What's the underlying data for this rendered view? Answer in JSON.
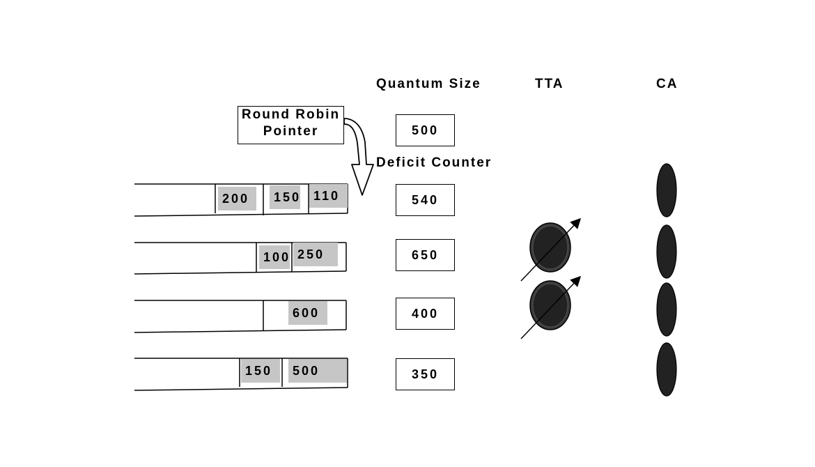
{
  "headers": {
    "quantum_size": "Quantum Size",
    "tta": "TTA",
    "ca": "CA"
  },
  "round_robin_pointer": {
    "line1": "Round Robin",
    "line2": "Pointer"
  },
  "deficit_counter_label": "Deficit Counter",
  "quantum_box": "500",
  "flows": [
    {
      "deficit": "540",
      "packets": [
        "200",
        "150",
        "110"
      ],
      "tta_active": false
    },
    {
      "deficit": "650",
      "packets": [
        "100",
        "250"
      ],
      "tta_active": true
    },
    {
      "deficit": "400",
      "packets": [
        "600"
      ],
      "tta_active": true
    },
    {
      "deficit": "350",
      "packets": [
        "150",
        "500"
      ],
      "tta_active": false
    }
  ],
  "colors": {
    "stroke": "#000000",
    "packet_fill": "#c6c6c6",
    "node_fill": "#222222"
  }
}
